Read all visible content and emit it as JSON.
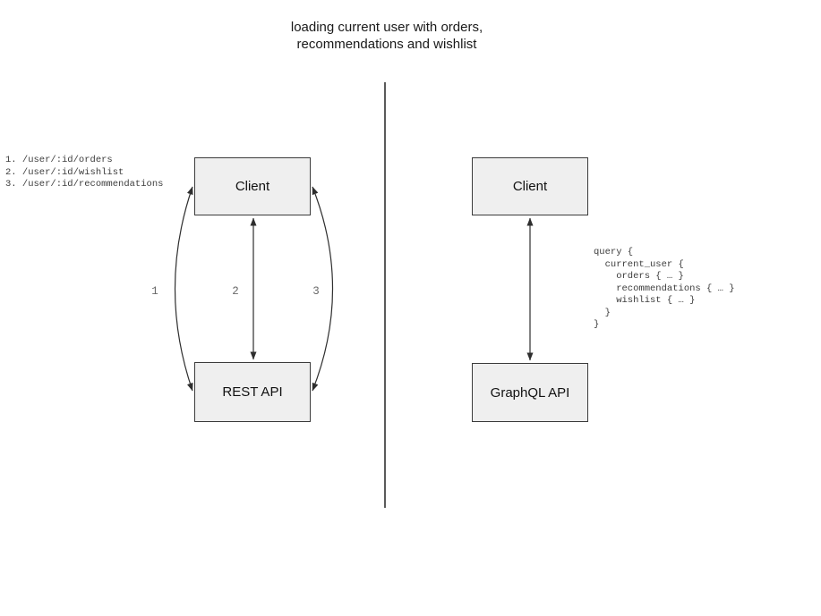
{
  "title": "loading current user with orders,\nrecommendations and wishlist",
  "rest_panel": {
    "client_label": "Client",
    "api_label": "REST API",
    "endpoints": "1. /user/:id/orders\n2. /user/:id/wishlist\n3. /user/:id/recommendations",
    "arrow_labels": [
      "1",
      "2",
      "3"
    ]
  },
  "graphql_panel": {
    "client_label": "Client",
    "api_label": "GraphQL API",
    "query": "query {\n  current_user {\n    orders { … }\n    recommendations { … }\n    wishlist { … }\n  }\n}"
  },
  "colors": {
    "background": "#ffffff",
    "box_fill": "#efefef",
    "box_border": "#3b3b3b",
    "arrow": "#2e2e2e",
    "divider": "#5a5a5a",
    "code_text": "#3d3d3d",
    "arrow_label": "#696969",
    "title_text": "#1a1a1a"
  }
}
